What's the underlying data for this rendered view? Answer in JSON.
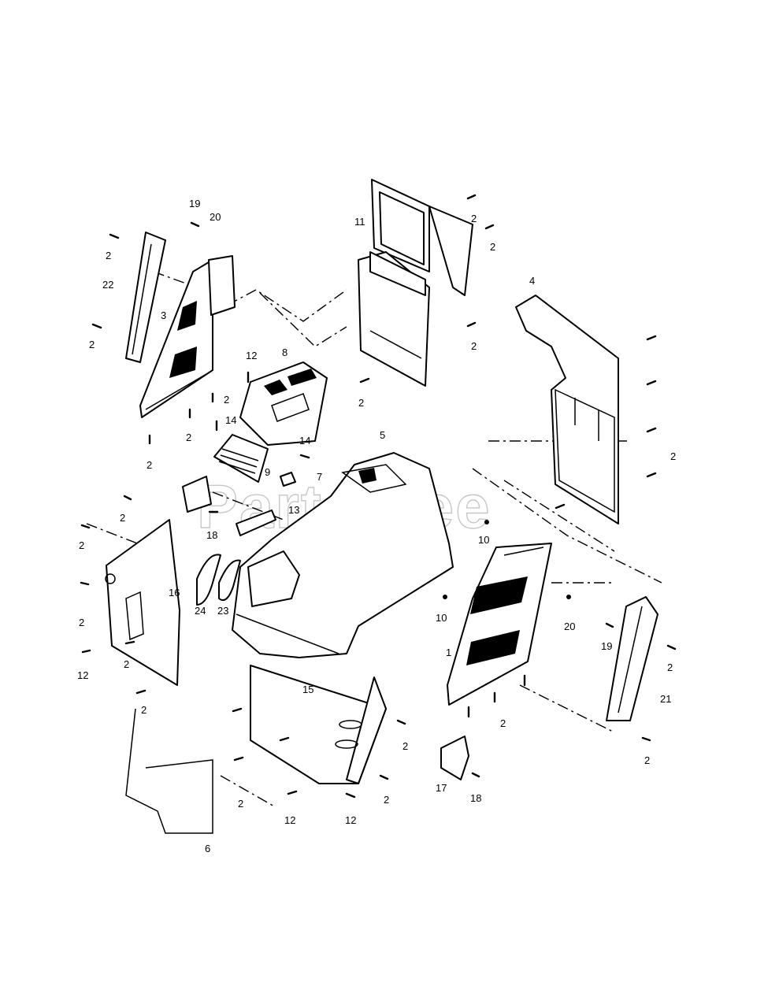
{
  "watermark": "PartsTree",
  "callouts": {
    "c19a": "19",
    "c20a": "20",
    "c2a": "2",
    "c22": "22",
    "c3": "3",
    "c2b": "2",
    "c2c": "2",
    "c2d": "2",
    "c2e": "2",
    "c12a": "12",
    "c8": "8",
    "c14a": "14",
    "c14b": "14",
    "c9": "9",
    "c11": "11",
    "c2f": "2",
    "c2g": "2",
    "c2h": "2",
    "c2i": "2",
    "c4": "4",
    "c2j": "2",
    "c5": "5",
    "c7": "7",
    "c13": "13",
    "c18a": "18",
    "c24": "24",
    "c23": "23",
    "c16": "16",
    "c2k": "2",
    "c2l": "2",
    "c2m": "2",
    "c2n": "2",
    "c12b": "12",
    "c2o": "2",
    "c10a": "10",
    "c10b": "10",
    "c20b": "20",
    "c19b": "19",
    "c1": "1",
    "c2p": "2",
    "c21": "21",
    "c2q": "2",
    "c2r": "2",
    "c15": "15",
    "c2s": "2",
    "c2t": "2",
    "c12c": "12",
    "c12d": "12",
    "c2u": "2",
    "c17": "17",
    "c18b": "18",
    "c6": "6"
  }
}
